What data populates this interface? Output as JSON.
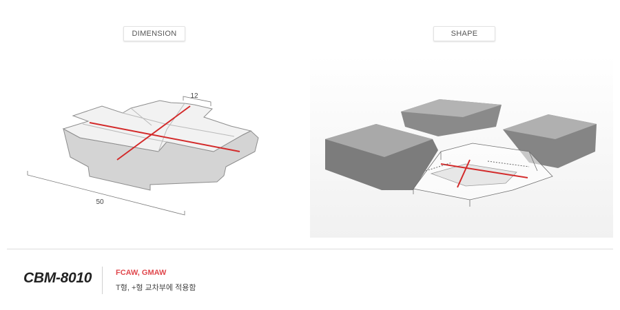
{
  "labels": {
    "dimension": "DIMENSION",
    "shape": "SHAPE"
  },
  "dimensions": {
    "groove_width": "12",
    "length": "50"
  },
  "product": {
    "model": "CBM-8010",
    "process": "FCAW, GMAW",
    "description": "T형, +형 교차부에 적용함"
  },
  "colors": {
    "weld_line": "#d32a2a",
    "process_text": "#e0474c"
  }
}
